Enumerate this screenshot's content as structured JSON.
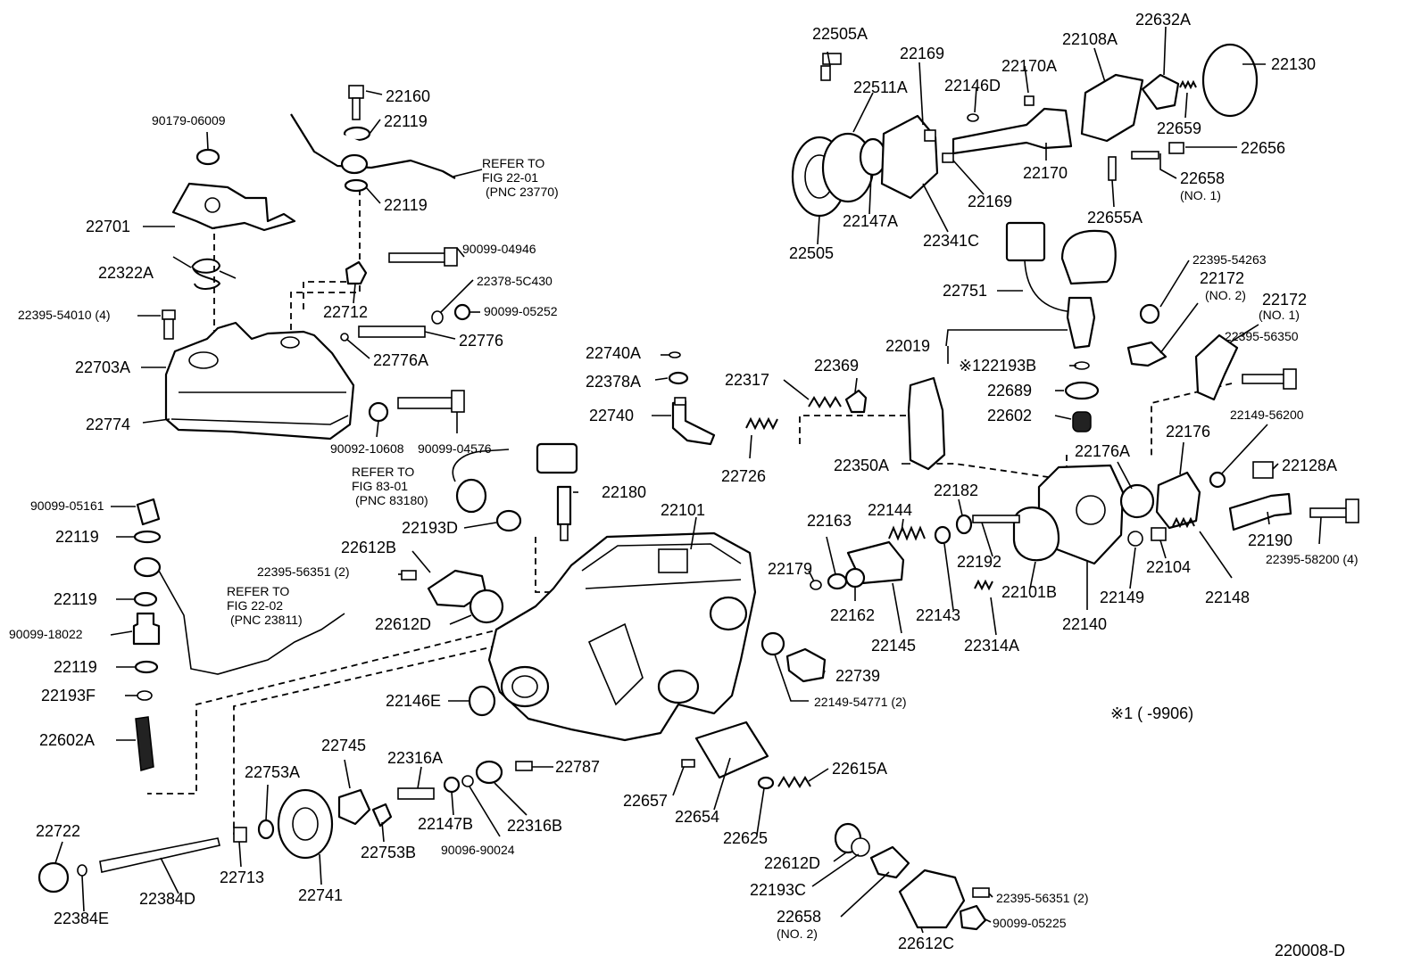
{
  "diagram": {
    "drawing_code": "220008-D",
    "note": "※1 (       -9906)",
    "refer_notes": [
      {
        "id": "ref-22-01",
        "lines": [
          "REFER TO",
          "FIG 22-01",
          "(PNC 23770)"
        ]
      },
      {
        "id": "ref-83-01",
        "lines": [
          "REFER TO",
          "FIG 83-01",
          "(PNC 83180)"
        ]
      },
      {
        "id": "ref-22-02",
        "lines": [
          "REFER TO",
          "FIG 22-02",
          "(PNC 23811)"
        ]
      }
    ],
    "labels": [
      {
        "id": "p22505A",
        "text": "22505A"
      },
      {
        "id": "p22169a",
        "text": "22169"
      },
      {
        "id": "p22108A",
        "text": "22108A"
      },
      {
        "id": "p22632A",
        "text": "22632A"
      },
      {
        "id": "p22130",
        "text": "22130"
      },
      {
        "id": "p22511A",
        "text": "22511A"
      },
      {
        "id": "p22170A",
        "text": "22170A"
      },
      {
        "id": "p22146D",
        "text": "22146D"
      },
      {
        "id": "p22659",
        "text": "22659"
      },
      {
        "id": "p22656",
        "text": "22656"
      },
      {
        "id": "p22170",
        "text": "22170"
      },
      {
        "id": "p22658a",
        "text": "22658"
      },
      {
        "id": "p22658a_sub",
        "text": "(NO. 1)"
      },
      {
        "id": "p22169b",
        "text": "22169"
      },
      {
        "id": "p22147A",
        "text": "22147A"
      },
      {
        "id": "p22341C",
        "text": "22341C"
      },
      {
        "id": "p22655A",
        "text": "22655A"
      },
      {
        "id": "p22505",
        "text": "22505"
      },
      {
        "id": "p22160",
        "text": "22160"
      },
      {
        "id": "p90179",
        "text": "90179-06009"
      },
      {
        "id": "p22119a",
        "text": "22119"
      },
      {
        "id": "p22119b",
        "text": "22119"
      },
      {
        "id": "p22701",
        "text": "22701"
      },
      {
        "id": "p90099_04946",
        "text": "90099-04946"
      },
      {
        "id": "p22322A",
        "text": "22322A"
      },
      {
        "id": "p22378_5C430",
        "text": "22378-5C430"
      },
      {
        "id": "p22395_54010",
        "text": "22395-54010 (4)"
      },
      {
        "id": "p22712",
        "text": "22712"
      },
      {
        "id": "p90099_05252",
        "text": "90099-05252"
      },
      {
        "id": "p22776",
        "text": "22776"
      },
      {
        "id": "p22703A",
        "text": "22703A"
      },
      {
        "id": "p22776A",
        "text": "22776A"
      },
      {
        "id": "p22774",
        "text": "22774"
      },
      {
        "id": "p90092_10608",
        "text": "90092-10608"
      },
      {
        "id": "p90099_04576",
        "text": "90099-04576"
      },
      {
        "id": "p22751",
        "text": "22751"
      },
      {
        "id": "p22395_54263",
        "text": "22395-54263"
      },
      {
        "id": "p22172a",
        "text": "22172"
      },
      {
        "id": "p22172a_sub",
        "text": "(NO. 2)"
      },
      {
        "id": "p22172b",
        "text": "22172"
      },
      {
        "id": "p22172b_sub",
        "text": "(NO. 1)"
      },
      {
        "id": "p22395_56350",
        "text": "22395-56350"
      },
      {
        "id": "p22019",
        "text": "22019"
      },
      {
        "id": "p22193B",
        "text": "※122193B"
      },
      {
        "id": "p22689",
        "text": "22689"
      },
      {
        "id": "p22602",
        "text": "22602"
      },
      {
        "id": "p22740A",
        "text": "22740A"
      },
      {
        "id": "p22378A",
        "text": "22378A"
      },
      {
        "id": "p22740",
        "text": "22740"
      },
      {
        "id": "p22317",
        "text": "22317"
      },
      {
        "id": "p22369",
        "text": "22369"
      },
      {
        "id": "p22726",
        "text": "22726"
      },
      {
        "id": "p22350A",
        "text": "22350A"
      },
      {
        "id": "p22149_56200",
        "text": "22149-56200"
      },
      {
        "id": "p22176A",
        "text": "22176A"
      },
      {
        "id": "p22176",
        "text": "22176"
      },
      {
        "id": "p22128A",
        "text": "22128A"
      },
      {
        "id": "p22180",
        "text": "22180"
      },
      {
        "id": "p22101",
        "text": "22101"
      },
      {
        "id": "p22182",
        "text": "22182"
      },
      {
        "id": "p22144",
        "text": "22144"
      },
      {
        "id": "p22163",
        "text": "22163"
      },
      {
        "id": "p22190",
        "text": "22190"
      },
      {
        "id": "p22395_58200",
        "text": "22395-58200 (4)"
      },
      {
        "id": "p90099_05161",
        "text": "90099-05161"
      },
      {
        "id": "p22119c",
        "text": "22119"
      },
      {
        "id": "p22193D",
        "text": "22193D"
      },
      {
        "id": "p22612B",
        "text": "22612B"
      },
      {
        "id": "p22395_56351a",
        "text": "22395-56351 (2)"
      },
      {
        "id": "p22179",
        "text": "22179"
      },
      {
        "id": "p22192",
        "text": "22192"
      },
      {
        "id": "p22104",
        "text": "22104"
      },
      {
        "id": "p22119d",
        "text": "22119"
      },
      {
        "id": "p22612D",
        "text": "22612D"
      },
      {
        "id": "p22162",
        "text": "22162"
      },
      {
        "id": "p22143",
        "text": "22143"
      },
      {
        "id": "p22101B",
        "text": "22101B"
      },
      {
        "id": "p22140",
        "text": "22140"
      },
      {
        "id": "p22149",
        "text": "22149"
      },
      {
        "id": "p22148",
        "text": "22148"
      },
      {
        "id": "p90099_18022",
        "text": "90099-18022"
      },
      {
        "id": "p22145",
        "text": "22145"
      },
      {
        "id": "p22314A",
        "text": "22314A"
      },
      {
        "id": "p22119e",
        "text": "22119"
      },
      {
        "id": "p22739",
        "text": "22739"
      },
      {
        "id": "p22193F",
        "text": "22193F"
      },
      {
        "id": "p22146E",
        "text": "22146E"
      },
      {
        "id": "p22149_54771",
        "text": "22149-54771 (2)"
      },
      {
        "id": "p22602A",
        "text": "22602A"
      },
      {
        "id": "p22745",
        "text": "22745"
      },
      {
        "id": "p22316A",
        "text": "22316A"
      },
      {
        "id": "p22753A",
        "text": "22753A"
      },
      {
        "id": "p22787",
        "text": "22787"
      },
      {
        "id": "p22615A",
        "text": "22615A"
      },
      {
        "id": "p22657",
        "text": "22657"
      },
      {
        "id": "p22147B",
        "text": "22147B"
      },
      {
        "id": "p22316B",
        "text": "22316B"
      },
      {
        "id": "p22654",
        "text": "22654"
      },
      {
        "id": "p22722",
        "text": "22722"
      },
      {
        "id": "p22753B",
        "text": "22753B"
      },
      {
        "id": "p90096_90024",
        "text": "90096-90024"
      },
      {
        "id": "p22625",
        "text": "22625"
      },
      {
        "id": "p22612D2",
        "text": "22612D"
      },
      {
        "id": "p22713",
        "text": "22713"
      },
      {
        "id": "p22193C",
        "text": "22193C"
      },
      {
        "id": "p22395_56351b",
        "text": "22395-56351 (2)"
      },
      {
        "id": "p22741",
        "text": "22741"
      },
      {
        "id": "p22384D",
        "text": "22384D"
      },
      {
        "id": "p22384E",
        "text": "22384E"
      },
      {
        "id": "p22658b",
        "text": "22658"
      },
      {
        "id": "p22658b_sub",
        "text": "(NO. 2)"
      },
      {
        "id": "p90099_05225",
        "text": "90099-05225"
      },
      {
        "id": "p22612C",
        "text": "22612C"
      }
    ]
  }
}
